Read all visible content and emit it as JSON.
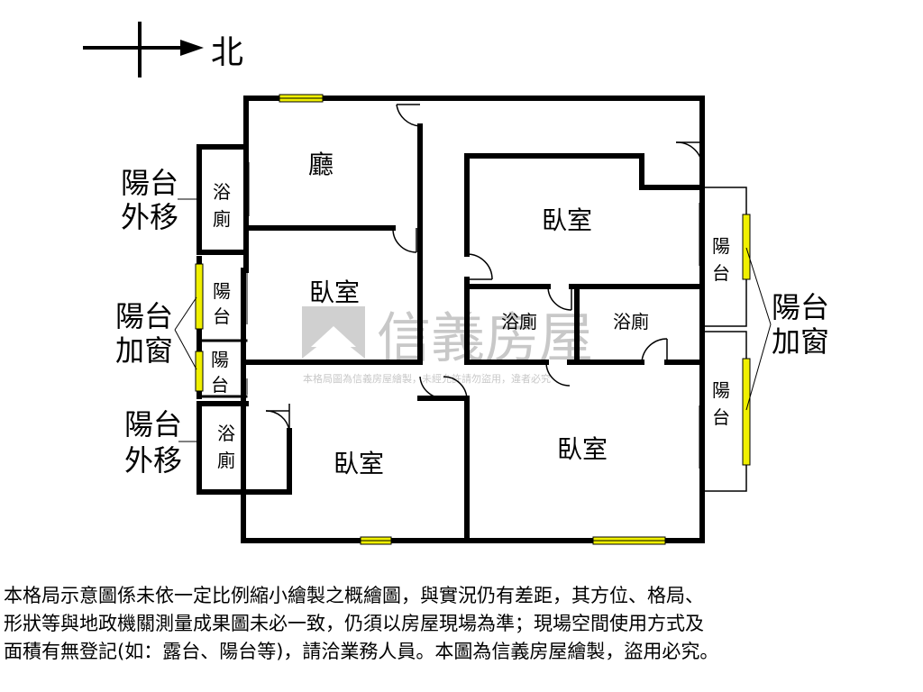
{
  "compass": {
    "label": "北"
  },
  "rooms": {
    "living": "廳",
    "bedroom_1": "臥室",
    "bedroom_2": "臥室",
    "bedroom_3": "臥室",
    "bedroom_4": "臥室",
    "bath_1_line1": "浴",
    "bath_1_line2": "廁",
    "bath_2_line1": "浴",
    "bath_2_line2": "廁",
    "bath_3": "浴廁",
    "bath_4": "浴廁",
    "balcony_1_line1": "陽",
    "balcony_1_line2": "台",
    "balcony_2_line1": "陽",
    "balcony_2_line2": "台",
    "balcony_3_line1": "陽",
    "balcony_3_line2": "台",
    "balcony_4_line1": "陽",
    "balcony_4_line2": "台"
  },
  "annotations": {
    "move_out_1_line1": "陽台",
    "move_out_1_line2": "外移",
    "move_out_2_line1": "陽台",
    "move_out_2_line2": "外移",
    "window_left_line1": "陽台",
    "window_left_line2": "加窗",
    "window_right_line1": "陽台",
    "window_right_line2": "加窗"
  },
  "watermark": {
    "brand": "信義房屋",
    "notice": "本格局圖為信義房屋繪製，未經允許請勿盜用，違者必究"
  },
  "disclaimer": {
    "line1": "本格局示意圖係未依一定比例縮小繪製之概繪圖，與實況仍有差距，其方位、格局、",
    "line2": "形狀等與地政機關測量成果圖未必一致，仍須以房屋現場為準；現場空間使用方式及",
    "line3": "面積有無登記(如：露台、陽台等)，請洽業務人員。本圖為信義房屋繪製，盜用必究。"
  },
  "colors": {
    "wall": "#000000",
    "window": "#f0f000",
    "watermark": "#c8c8c8"
  }
}
